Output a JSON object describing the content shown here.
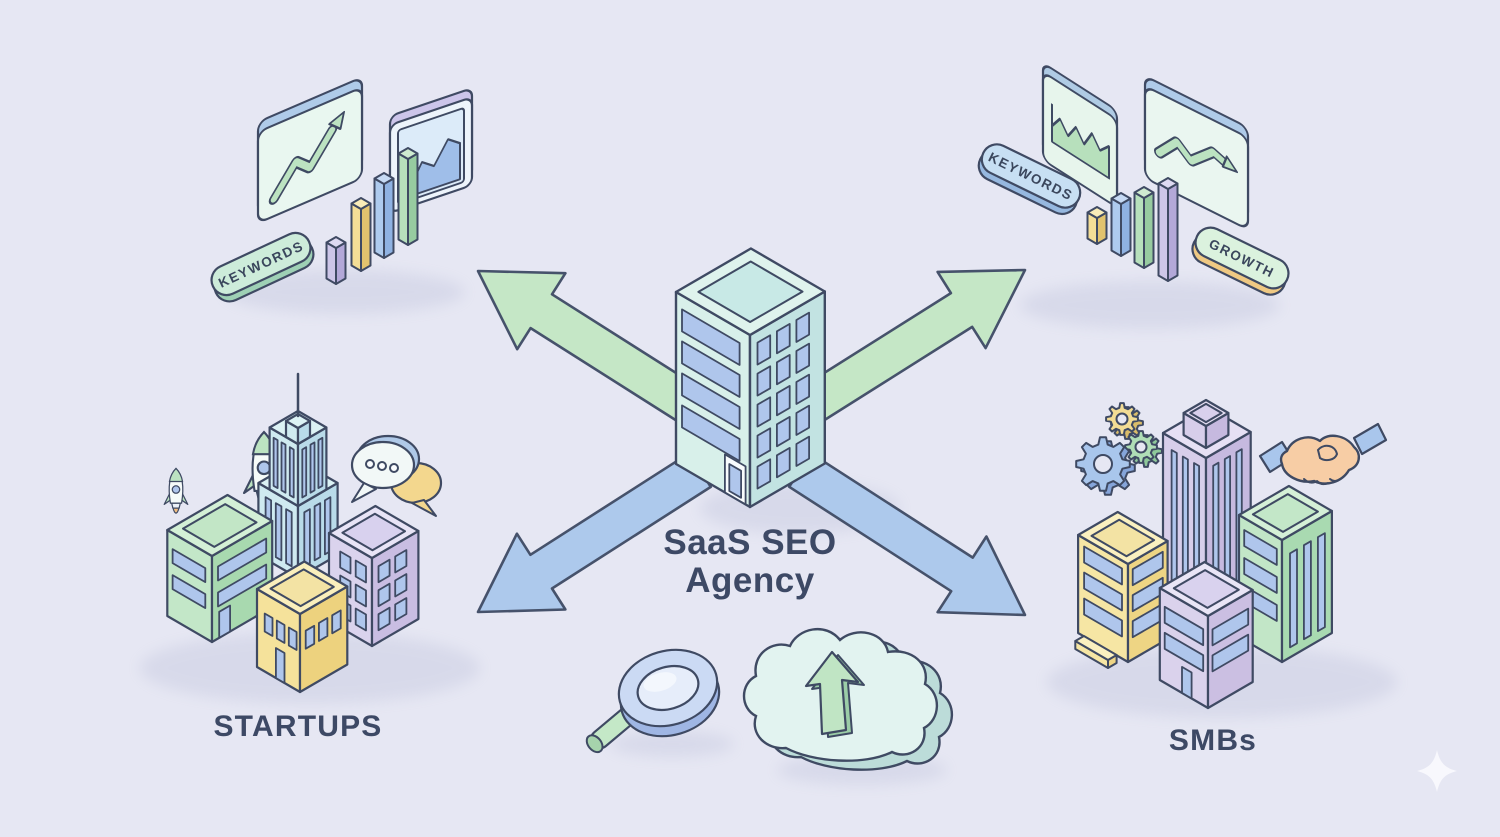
{
  "background_color": "#E6E7F3",
  "hub": {
    "label_line1": "SaaS SEO",
    "label_line2": "Agency",
    "icon": "office-building-icon"
  },
  "badges": {
    "keywords_left": "KEYWORDS",
    "keywords_right": "KEYWORDS",
    "growth": "GROWTH"
  },
  "audience_labels": {
    "startups": "STARTUPS",
    "smbs": "SMBs"
  },
  "arrows": [
    {
      "direction": "to-top-left-results",
      "color": "#C5E7C6"
    },
    {
      "direction": "to-top-right-results",
      "color": "#C5E7C6"
    },
    {
      "direction": "to-startups",
      "color": "#ADC9EC"
    },
    {
      "direction": "to-smbs",
      "color": "#ADC9EC"
    }
  ],
  "icons": [
    "office-building-icon",
    "line-chart-screen-icon",
    "area-chart-screen-icon",
    "mountain-chart-screen-icon",
    "trend-arrow-screen-icon",
    "bar-chart-3d-icon",
    "rocket-icon",
    "chat-bubbles-icon",
    "gear-icon",
    "handshake-icon",
    "magnifier-icon",
    "cloud-upload-icon",
    "sparkle-icon",
    "city-buildings-icon"
  ],
  "palette": {
    "outline": "#3F4A63",
    "text": "#3D4965",
    "arrow_green": "#C5E7C6",
    "arrow_blue": "#ADC9EC",
    "building_teal": "#D8F0EA",
    "window_blue": "#AFC6EC",
    "accent_yellow": "#F5E29B",
    "accent_purple": "#DAD3ED",
    "accent_green": "#C3E7C8",
    "background": "#E6E7F3"
  }
}
